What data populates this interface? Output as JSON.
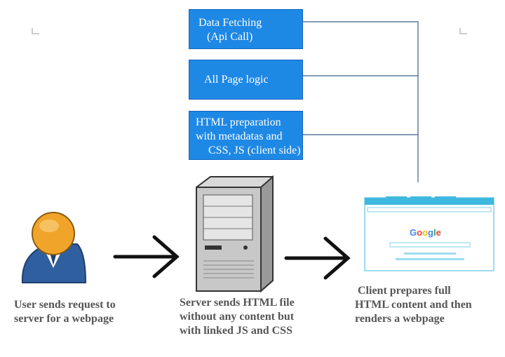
{
  "steps": {
    "fetching": {
      "lines": [
        "Data Fetching",
        "(Api Call)"
      ]
    },
    "logic": {
      "lines": [
        "All Page logic"
      ]
    },
    "prep": {
      "lines": [
        "HTML preparation",
        "with metadatas and",
        "CSS, JS (client side)"
      ]
    }
  },
  "captions": {
    "user": [
      "User sends request to",
      "server for a webpage"
    ],
    "server": [
      "Server sends HTML file",
      "without any content but",
      "with linked JS and CSS"
    ],
    "client": [
      "Client prepares full",
      "HTML content and then",
      "renders a webpage"
    ]
  },
  "browser_logo_text": "Google",
  "colors": {
    "box_fill": "#1e88e5",
    "caption_text": "#555555",
    "connector": "#3a5f86",
    "arrow": "#111111",
    "user_body": "#2f5f9e",
    "user_head": "#f0a52a",
    "browser_frame": "#3fb8e0"
  },
  "icons": [
    "user-icon",
    "server-icon",
    "browser-window-icon"
  ]
}
